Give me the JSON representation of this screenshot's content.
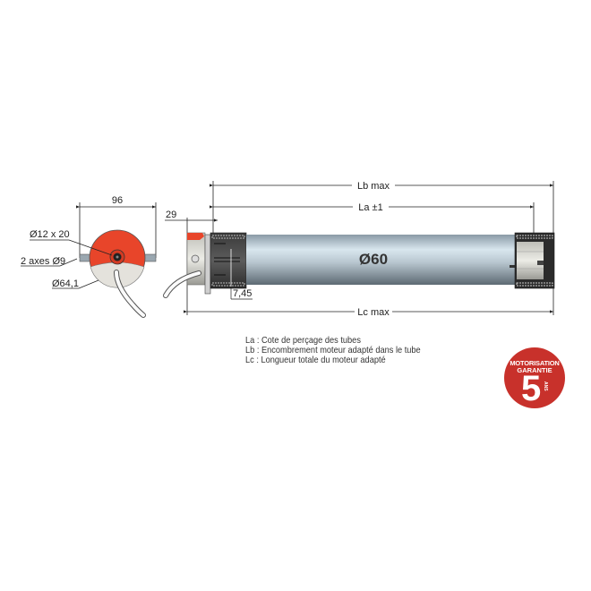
{
  "side_view": {
    "width_label": "96",
    "shaft_label": "Ø12 x 20",
    "axes_label": "2 axes Ø9",
    "diameter_label": "Ø64,1",
    "head_color": "#e8452a"
  },
  "front_view": {
    "head_offset_label": "29",
    "crown_label": "7,45",
    "tube_label": "Ø60",
    "lb_label": "Lb max",
    "la_label": "La ±1",
    "lc_label": "Lc max"
  },
  "legend": {
    "items": [
      "La : Cote de perçage des tubes",
      "Lb : Encombrement moteur adapté dans le tube",
      "Lc : Longueur totale du moteur adapté"
    ]
  },
  "badge": {
    "line1": "MOTORISATION",
    "line2": "GARANTIE",
    "number": "5",
    "unit": "ANS",
    "color": "#c8312b"
  }
}
